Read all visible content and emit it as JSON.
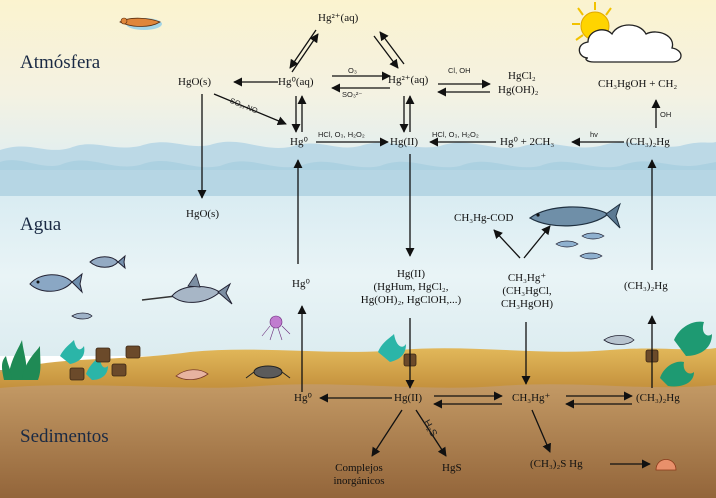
{
  "zones": {
    "atmosphere": "Atmósfera",
    "water": "Agua",
    "sediments": "Sedimentos"
  },
  "species": {
    "hg2_aq_top": "Hg²⁺(aq)",
    "hgo_s_atm": "HgO(s)",
    "hg0_aq": "Hg⁰(aq)",
    "hg2_aq": "Hg²⁺(aq)",
    "hgcl2": "HgCl₂",
    "hgoh2": "Hg(OH)₂",
    "ch3hgoh_ch2": "CH₃HgOH + CH₂",
    "hg0_atm": "Hg⁰",
    "hg_ii_atm": "Hg(II)",
    "hg0_2ch3": "Hg⁰ + 2CH₃",
    "ch3_2hg_atm": "(CH₃)₂Hg",
    "hgo_s_water": "HgO(s)",
    "ch3hg_cod": "CH₃Hg-COD",
    "hg0_water": "Hg⁰",
    "hg_ii_water": "Hg(II)",
    "hg_ii_water_l2": "(HgHum, HgCl₂,",
    "hg_ii_water_l3": "Hg(OH)₂, HgClOH,...)",
    "ch3hg_water": "CH₃Hg⁺",
    "ch3hg_water_l2": "(CH₃HgCl,",
    "ch3hg_water_l3": "CH₃HgOH)",
    "ch3_2hg_water": "(CH₃)₂Hg",
    "hg0_sed": "Hg⁰",
    "hg_ii_sed": "Hg(II)",
    "ch3hg_sed": "CH₃Hg⁺",
    "ch3_2hg_sed": "(CH₃)₂Hg",
    "complejos_l1": "Complejos",
    "complejos_l2": "inorgánicos",
    "hgs": "HgS",
    "ch3_2s_hg": "(CH₃)₂S Hg"
  },
  "reactions": {
    "o3": "O₃",
    "so3": "SO₃²⁻",
    "so2_no": "SO₂, NO",
    "cl_oh": "Cl, OH",
    "hcl_1": "HCl, O₃, H₂O₂",
    "hcl_2": "HCl, O₃, H₂O₂",
    "hv": "hv",
    "oh": "OH",
    "h2s": "H₂S"
  },
  "colors": {
    "sky_top": "#fbf3cf",
    "sky_mid": "#e6f1f2",
    "water": "#cfe6ee",
    "sand": "#d4a64a",
    "sediment_top": "#c9a06a",
    "sediment_bottom": "#9c6e3c"
  }
}
